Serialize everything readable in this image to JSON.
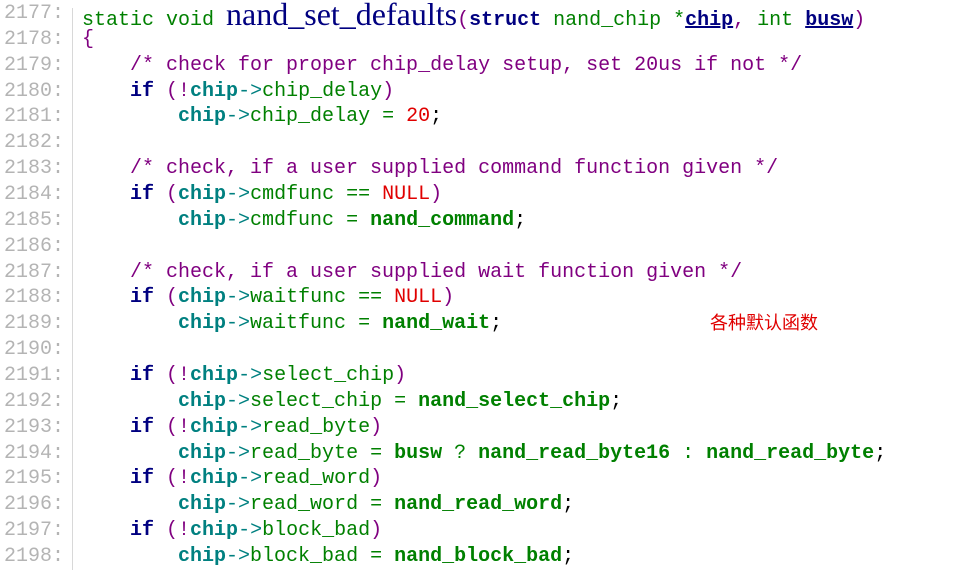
{
  "annotation": "各种默认函数",
  "lines": [
    {
      "n": "2177:",
      "t": [
        [
          "static void ",
          "kw"
        ],
        [
          "nand_set_defaults",
          "fn"
        ],
        [
          "(",
          "pn"
        ],
        [
          "struct ",
          "ty"
        ],
        [
          "nand_chip *",
          "kw"
        ],
        [
          "chip",
          "param"
        ],
        [
          ", ",
          "pn"
        ],
        [
          "int ",
          "kw"
        ],
        [
          "busw",
          "param"
        ],
        [
          ")",
          "pn"
        ]
      ]
    },
    {
      "n": "2178:",
      "t": [
        [
          "{",
          "pn"
        ]
      ]
    },
    {
      "n": "2179:",
      "t": [
        [
          "    ",
          "pl"
        ],
        [
          "/* check for proper chip_delay setup, set 20us if not */",
          "cm"
        ]
      ]
    },
    {
      "n": "2180:",
      "t": [
        [
          "    ",
          "pl"
        ],
        [
          "if ",
          "ctl"
        ],
        [
          "(!",
          "pn"
        ],
        [
          "chip",
          "var"
        ],
        [
          "->",
          "ar"
        ],
        [
          "chip_delay",
          "mem"
        ],
        [
          ")",
          "pn"
        ]
      ]
    },
    {
      "n": "2181:",
      "t": [
        [
          "        ",
          "pl"
        ],
        [
          "chip",
          "var"
        ],
        [
          "->",
          "ar"
        ],
        [
          "chip_delay = ",
          "mem"
        ],
        [
          "20",
          "num"
        ],
        [
          ";",
          "pl"
        ]
      ]
    },
    {
      "n": "2182:",
      "t": []
    },
    {
      "n": "2183:",
      "t": [
        [
          "    ",
          "pl"
        ],
        [
          "/* check, if a user supplied command function given */",
          "cm"
        ]
      ]
    },
    {
      "n": "2184:",
      "t": [
        [
          "    ",
          "pl"
        ],
        [
          "if ",
          "ctl"
        ],
        [
          "(",
          "pn"
        ],
        [
          "chip",
          "var"
        ],
        [
          "->",
          "ar"
        ],
        [
          "cmdfunc == ",
          "mem"
        ],
        [
          "NULL",
          "null"
        ],
        [
          ")",
          "pn"
        ]
      ]
    },
    {
      "n": "2185:",
      "t": [
        [
          "        ",
          "pl"
        ],
        [
          "chip",
          "var"
        ],
        [
          "->",
          "ar"
        ],
        [
          "cmdfunc = ",
          "mem"
        ],
        [
          "nand_command",
          "fref"
        ],
        [
          ";",
          "pl"
        ]
      ]
    },
    {
      "n": "2186:",
      "t": []
    },
    {
      "n": "2187:",
      "t": [
        [
          "    ",
          "pl"
        ],
        [
          "/* check, if a user supplied wait function given */",
          "cm"
        ]
      ]
    },
    {
      "n": "2188:",
      "t": [
        [
          "    ",
          "pl"
        ],
        [
          "if ",
          "ctl"
        ],
        [
          "(",
          "pn"
        ],
        [
          "chip",
          "var"
        ],
        [
          "->",
          "ar"
        ],
        [
          "waitfunc == ",
          "mem"
        ],
        [
          "NULL",
          "null"
        ],
        [
          ")",
          "pn"
        ]
      ]
    },
    {
      "n": "2189:",
      "t": [
        [
          "        ",
          "pl"
        ],
        [
          "chip",
          "var"
        ],
        [
          "->",
          "ar"
        ],
        [
          "waitfunc = ",
          "mem"
        ],
        [
          "nand_wait",
          "fref"
        ],
        [
          ";",
          "pl"
        ]
      ]
    },
    {
      "n": "2190:",
      "t": []
    },
    {
      "n": "2191:",
      "t": [
        [
          "    ",
          "pl"
        ],
        [
          "if ",
          "ctl"
        ],
        [
          "(!",
          "pn"
        ],
        [
          "chip",
          "var"
        ],
        [
          "->",
          "ar"
        ],
        [
          "select_chip",
          "mem"
        ],
        [
          ")",
          "pn"
        ]
      ]
    },
    {
      "n": "2192:",
      "t": [
        [
          "        ",
          "pl"
        ],
        [
          "chip",
          "var"
        ],
        [
          "->",
          "ar"
        ],
        [
          "select_chip = ",
          "mem"
        ],
        [
          "nand_select_chip",
          "fref"
        ],
        [
          ";",
          "pl"
        ]
      ]
    },
    {
      "n": "2193:",
      "t": [
        [
          "    ",
          "pl"
        ],
        [
          "if ",
          "ctl"
        ],
        [
          "(!",
          "pn"
        ],
        [
          "chip",
          "var"
        ],
        [
          "->",
          "ar"
        ],
        [
          "read_byte",
          "mem"
        ],
        [
          ")",
          "pn"
        ]
      ]
    },
    {
      "n": "2194:",
      "t": [
        [
          "        ",
          "pl"
        ],
        [
          "chip",
          "var"
        ],
        [
          "->",
          "ar"
        ],
        [
          "read_byte = ",
          "mem"
        ],
        [
          "busw",
          "fref"
        ],
        [
          " ? ",
          "mem"
        ],
        [
          "nand_read_byte16",
          "fref"
        ],
        [
          " : ",
          "mem"
        ],
        [
          "nand_read_byte",
          "fref"
        ],
        [
          ";",
          "pl"
        ]
      ]
    },
    {
      "n": "2195:",
      "t": [
        [
          "    ",
          "pl"
        ],
        [
          "if ",
          "ctl"
        ],
        [
          "(!",
          "pn"
        ],
        [
          "chip",
          "var"
        ],
        [
          "->",
          "ar"
        ],
        [
          "read_word",
          "mem"
        ],
        [
          ")",
          "pn"
        ]
      ]
    },
    {
      "n": "2196:",
      "t": [
        [
          "        ",
          "pl"
        ],
        [
          "chip",
          "var"
        ],
        [
          "->",
          "ar"
        ],
        [
          "read_word = ",
          "mem"
        ],
        [
          "nand_read_word",
          "fref"
        ],
        [
          ";",
          "pl"
        ]
      ]
    },
    {
      "n": "2197:",
      "t": [
        [
          "    ",
          "pl"
        ],
        [
          "if ",
          "ctl"
        ],
        [
          "(!",
          "pn"
        ],
        [
          "chip",
          "var"
        ],
        [
          "->",
          "ar"
        ],
        [
          "block_bad",
          "mem"
        ],
        [
          ")",
          "pn"
        ]
      ]
    },
    {
      "n": "2198:",
      "t": [
        [
          "        ",
          "pl"
        ],
        [
          "chip",
          "var"
        ],
        [
          "->",
          "ar"
        ],
        [
          "block_bad = ",
          "mem"
        ],
        [
          "nand_block_bad",
          "fref"
        ],
        [
          ";",
          "pl"
        ]
      ]
    }
  ]
}
